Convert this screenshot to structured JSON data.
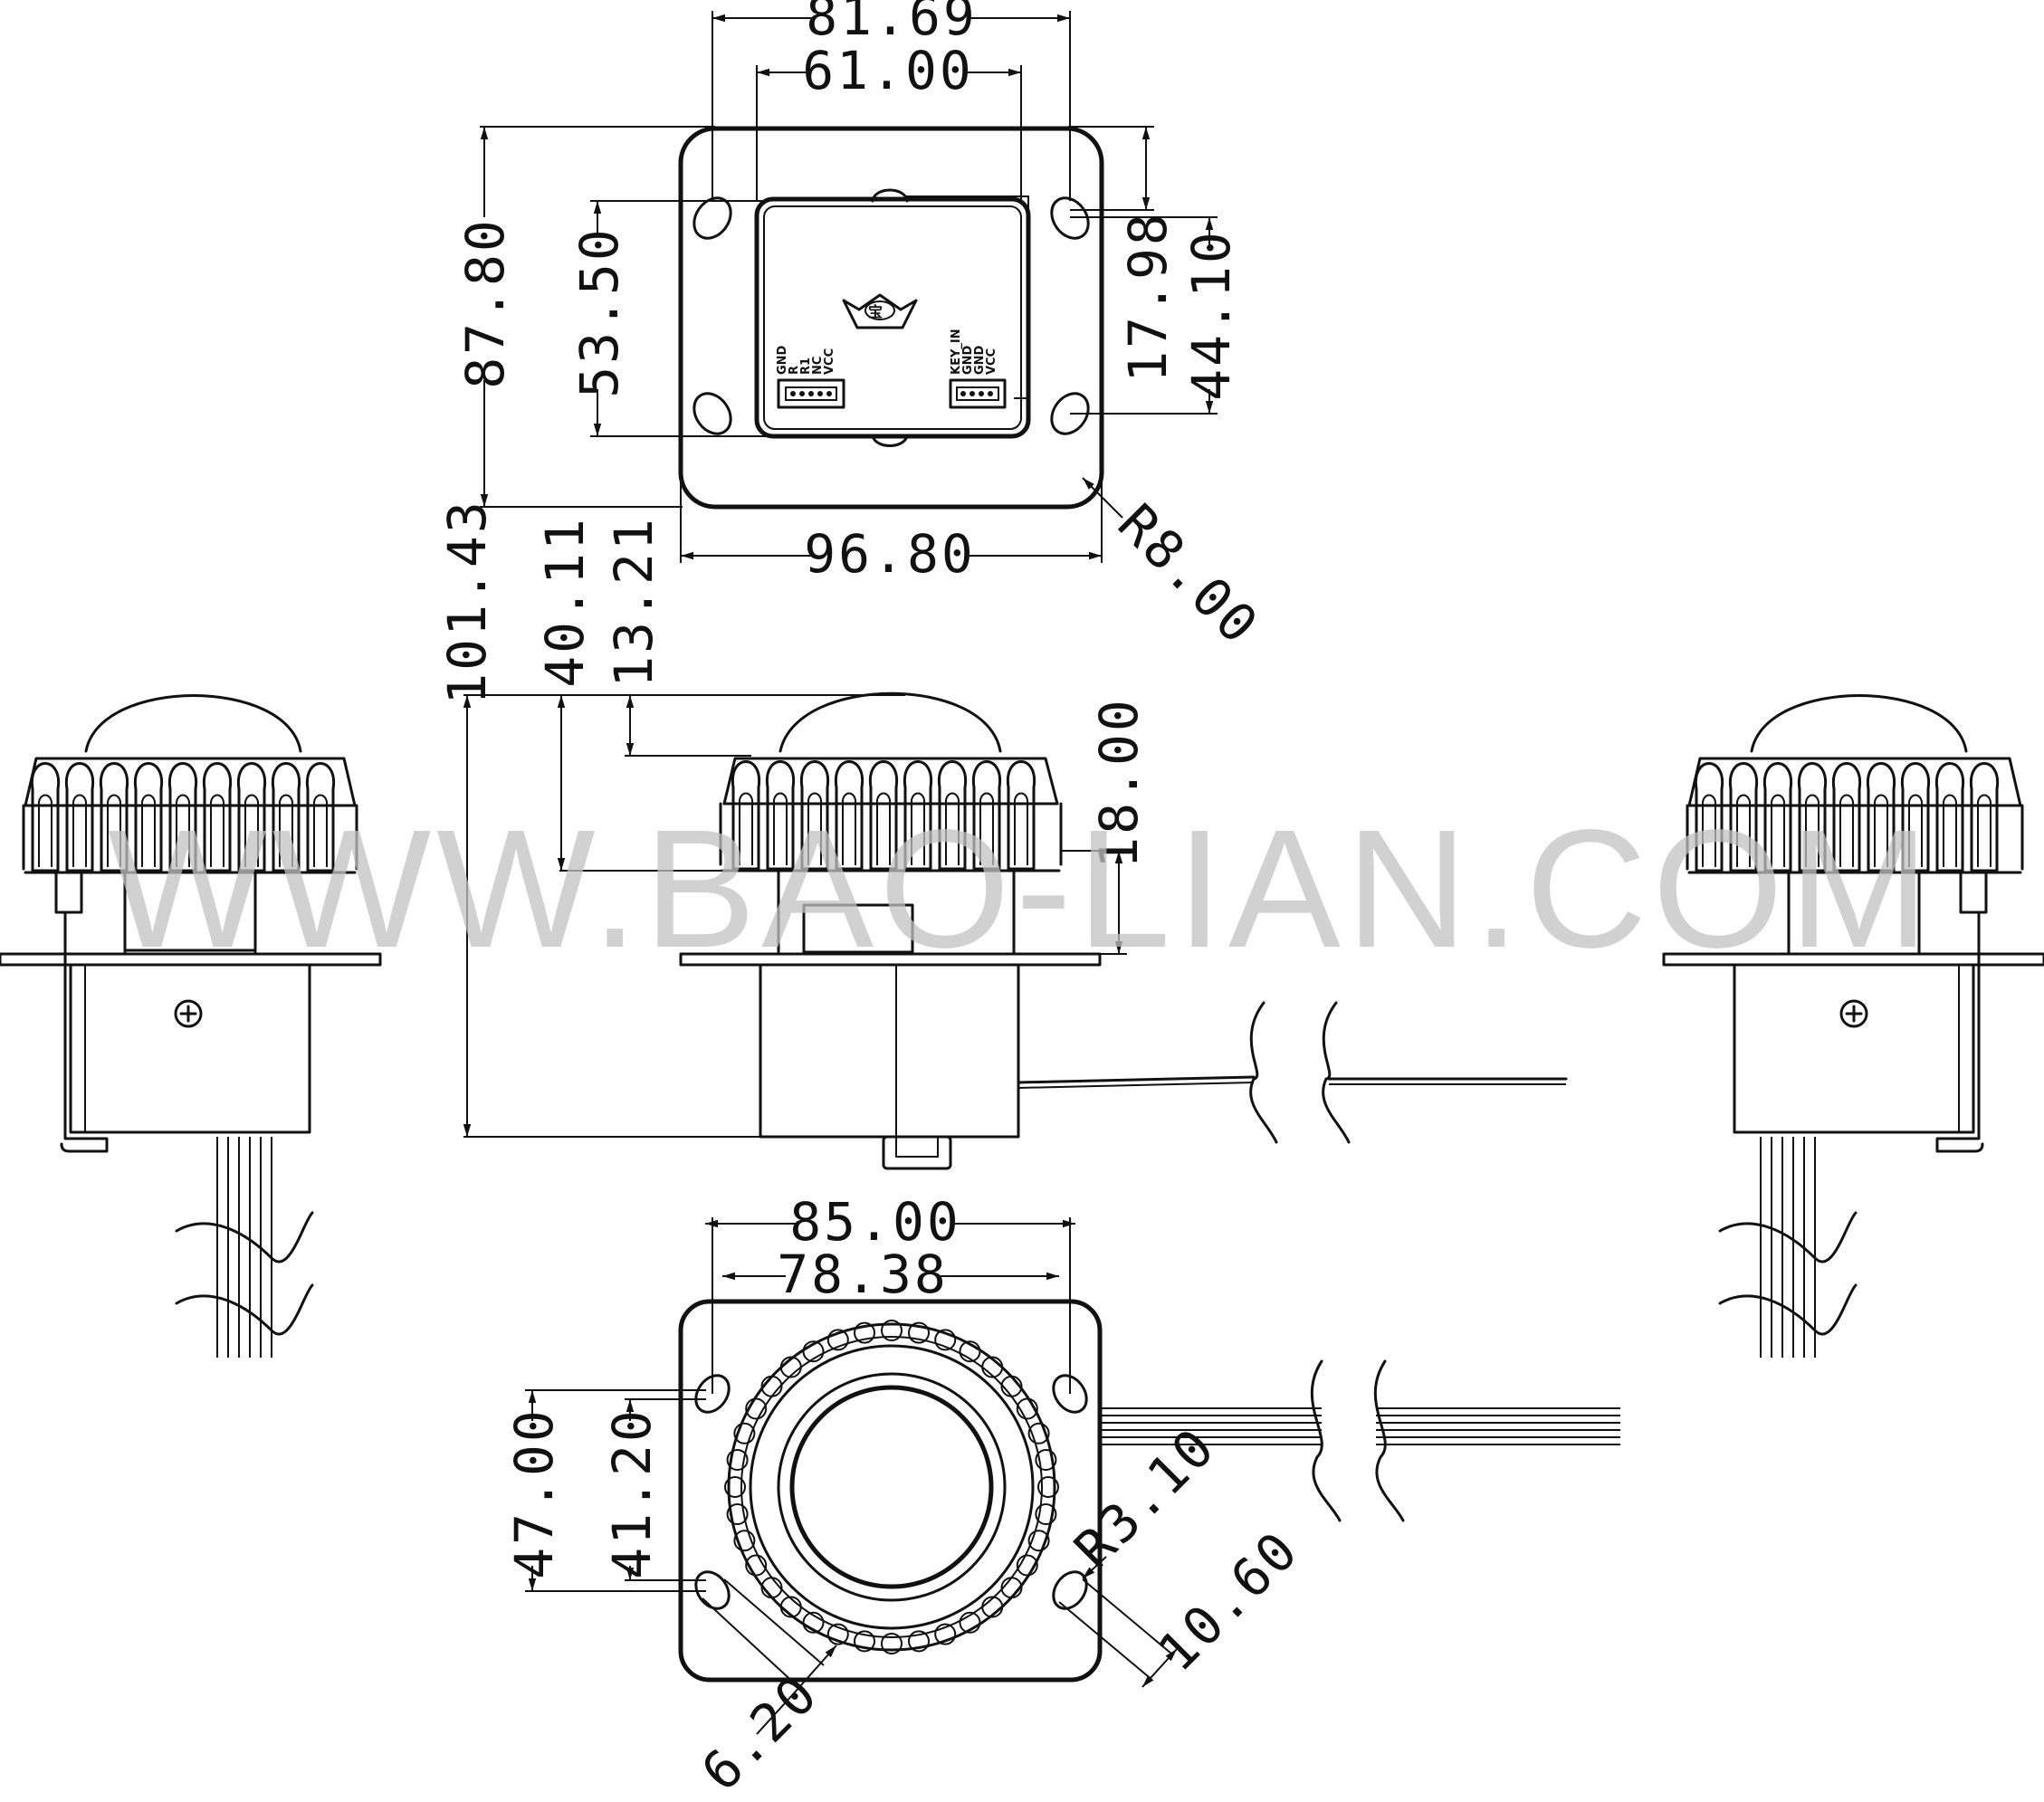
{
  "watermark": "WWW.BAO-LIAN.COM",
  "dimensions": {
    "top_width_outer": "81.69",
    "top_width_inner": "61.00",
    "top_height_total": "87.80",
    "top_height_inner": "53.50",
    "top_right_offset": "17.98",
    "top_right_height": "44.10",
    "top_base_width": "96.80",
    "corner_radius": "R8.00",
    "side_total_height": "101.43",
    "side_height_a": "40.11",
    "side_height_b": "13.21",
    "side_cap_height": "18.00",
    "bottom_width_outer": "85.00",
    "bottom_width_inner": "78.38",
    "bottom_height_outer": "47.00",
    "bottom_height_inner": "41.20",
    "hole_radius": "R3.10",
    "hole_offset": "10.60",
    "hole_width": "6.20"
  },
  "connectors": {
    "left_pins": [
      "GND",
      "R",
      "R1",
      "NC",
      "VCC"
    ],
    "right_pins": [
      "KEY_IN",
      "GND",
      "GND",
      "VCC"
    ]
  }
}
